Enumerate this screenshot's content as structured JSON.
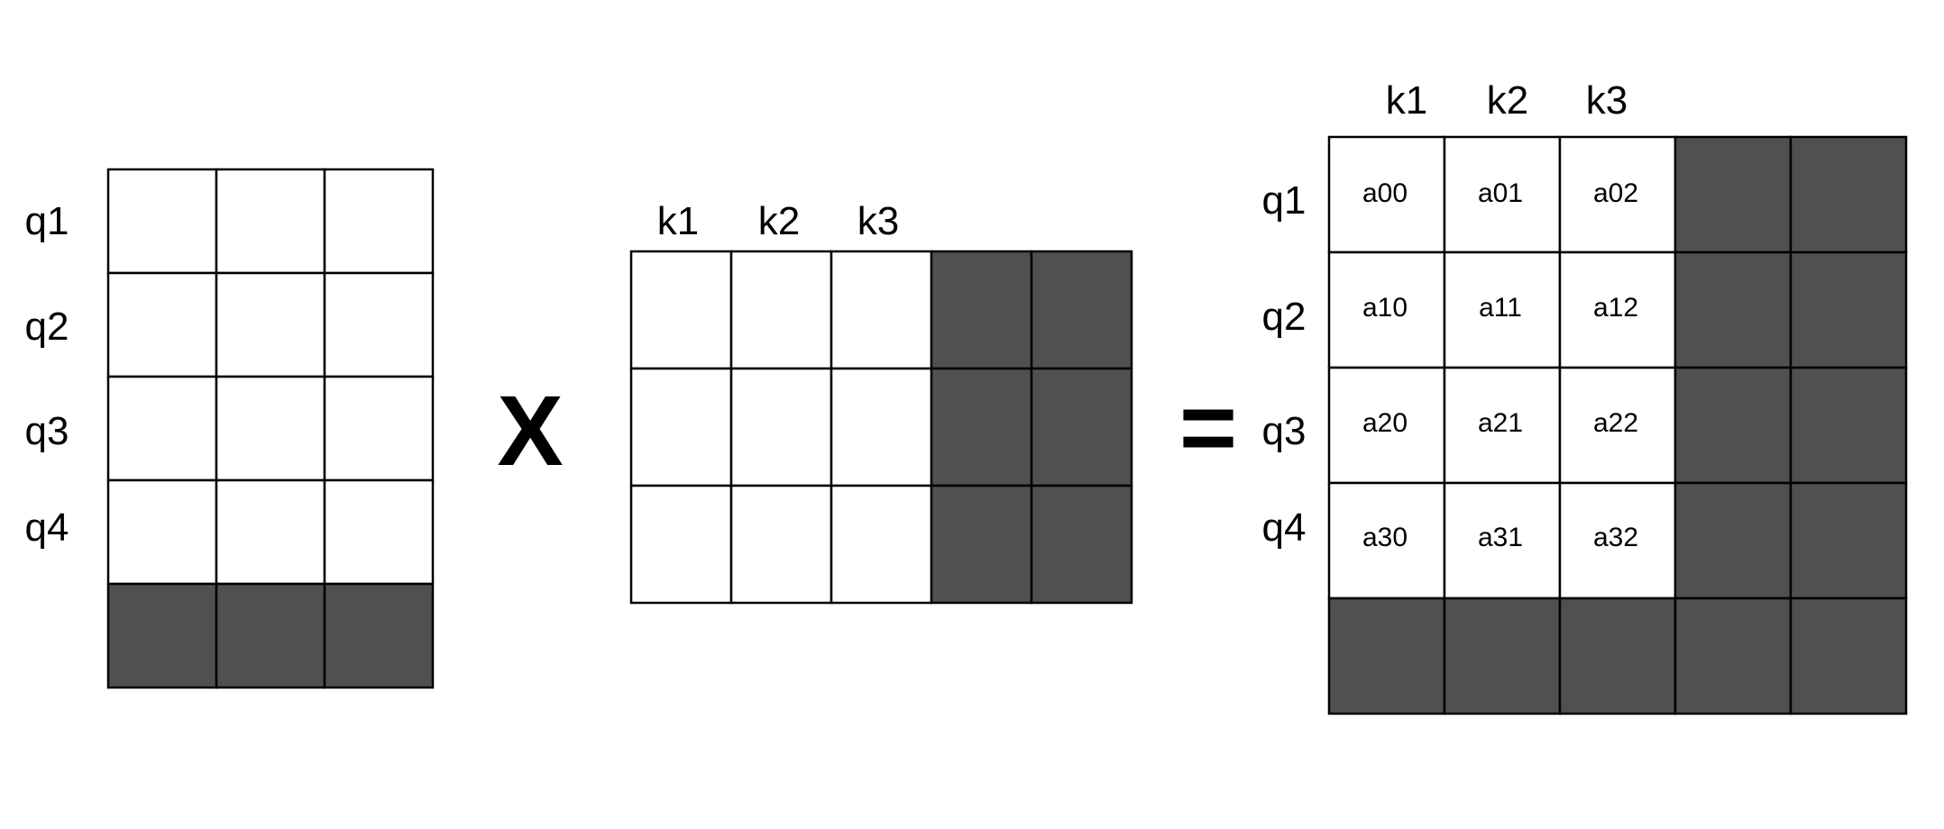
{
  "colors": {
    "shaded": "#505050",
    "grid": "#000000",
    "background": "#ffffff"
  },
  "q_labels": [
    "q1",
    "q2",
    "q3",
    "q4"
  ],
  "k_labels": [
    "k1",
    "k2",
    "k3"
  ],
  "operators": {
    "multiply": "X",
    "equals": "="
  },
  "result_cells": [
    [
      "a00",
      "a01",
      "a02"
    ],
    [
      "a10",
      "a11",
      "a12"
    ],
    [
      "a20",
      "a21",
      "a22"
    ],
    [
      "a30",
      "a31",
      "a32"
    ]
  ],
  "matrices": {
    "query": {
      "rows": 5,
      "cols": 3,
      "shaded_rows": [
        4
      ],
      "shaded_cols": []
    },
    "key": {
      "rows": 3,
      "cols": 5,
      "shaded_rows": [],
      "shaded_cols": [
        3,
        4
      ]
    },
    "scores": {
      "rows": 5,
      "cols": 5,
      "shaded_rows": [
        4
      ],
      "shaded_cols": [
        3,
        4
      ]
    }
  }
}
